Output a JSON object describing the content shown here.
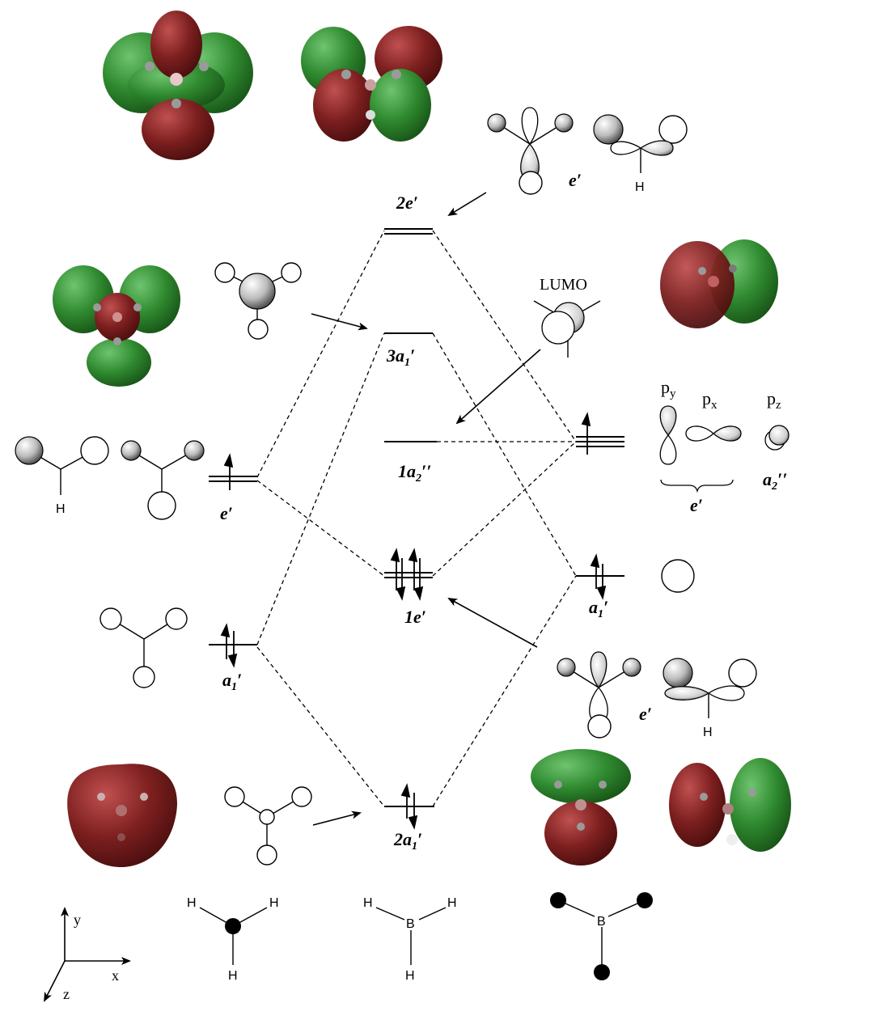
{
  "levels": {
    "e2": "2e′",
    "a1_3": "3a",
    "a1_3_sub": "1",
    "a1_3_prime": "′",
    "a2_1": "1a",
    "a2_1_sub": "2",
    "a2_1_prime": "′′",
    "e1": "1e′",
    "a1_2": "2a",
    "a1_2_sub": "1",
    "a1_2_prime": "′"
  },
  "left_labels": {
    "e_prime": "e′",
    "a1_prime_base": "a",
    "a1_prime_sub": "1",
    "a1_prime_prime": "′"
  },
  "right_labels": {
    "lumo": "LUMO",
    "py_base": "p",
    "py_sub": "y",
    "px_base": "p",
    "px_sub": "x",
    "pz_base": "p",
    "pz_sub": "z",
    "e_prime_bottom": "e′",
    "a2pp_base": "a",
    "a2pp_sub": "2",
    "a2pp_prime": "′′",
    "a1_base": "a",
    "a1_sub": "1",
    "a1_prime": "′",
    "e_prime_top": "e′",
    "e_prime_mid": "e′"
  },
  "atoms": {
    "H": "H",
    "B": "B"
  },
  "axes": {
    "x": "x",
    "y": "y",
    "z": "z"
  },
  "colors": {
    "red_lobe": "#7d1f1f",
    "green_lobe": "#2f8a2f"
  }
}
